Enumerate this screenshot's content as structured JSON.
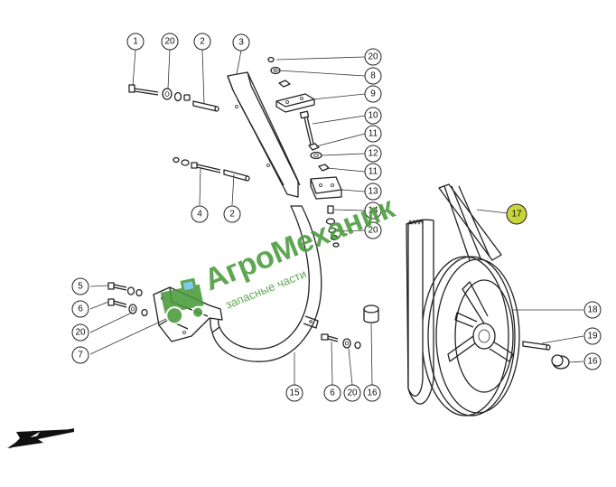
{
  "diagram": {
    "callouts": [
      {
        "id": "c1",
        "label": "1"
      },
      {
        "id": "c20a",
        "label": "20"
      },
      {
        "id": "c2a",
        "label": "2"
      },
      {
        "id": "c3",
        "label": "3"
      },
      {
        "id": "c20b",
        "label": "20"
      },
      {
        "id": "c8",
        "label": "8"
      },
      {
        "id": "c9",
        "label": "9"
      },
      {
        "id": "c10",
        "label": "10"
      },
      {
        "id": "c11a",
        "label": "11"
      },
      {
        "id": "c12",
        "label": "12"
      },
      {
        "id": "c11b",
        "label": "11"
      },
      {
        "id": "c13",
        "label": "13"
      },
      {
        "id": "c14",
        "label": "14"
      },
      {
        "id": "c20c",
        "label": "20"
      },
      {
        "id": "c17",
        "label": "17"
      },
      {
        "id": "c4",
        "label": "4"
      },
      {
        "id": "c2b",
        "label": "2"
      },
      {
        "id": "c5",
        "label": "5"
      },
      {
        "id": "c6a",
        "label": "6"
      },
      {
        "id": "c20d",
        "label": "20"
      },
      {
        "id": "c7",
        "label": "7"
      },
      {
        "id": "c18",
        "label": "18"
      },
      {
        "id": "c19",
        "label": "19"
      },
      {
        "id": "c16a",
        "label": "16"
      },
      {
        "id": "c15",
        "label": "15"
      },
      {
        "id": "c6b",
        "label": "6"
      },
      {
        "id": "c20e",
        "label": "20"
      },
      {
        "id": "c16b",
        "label": "16"
      }
    ],
    "highlight_color": "#c8d43a",
    "watermark": {
      "title": "АгроМеханик",
      "subtitle": "запасные части",
      "color": "#4a9a3c"
    }
  }
}
